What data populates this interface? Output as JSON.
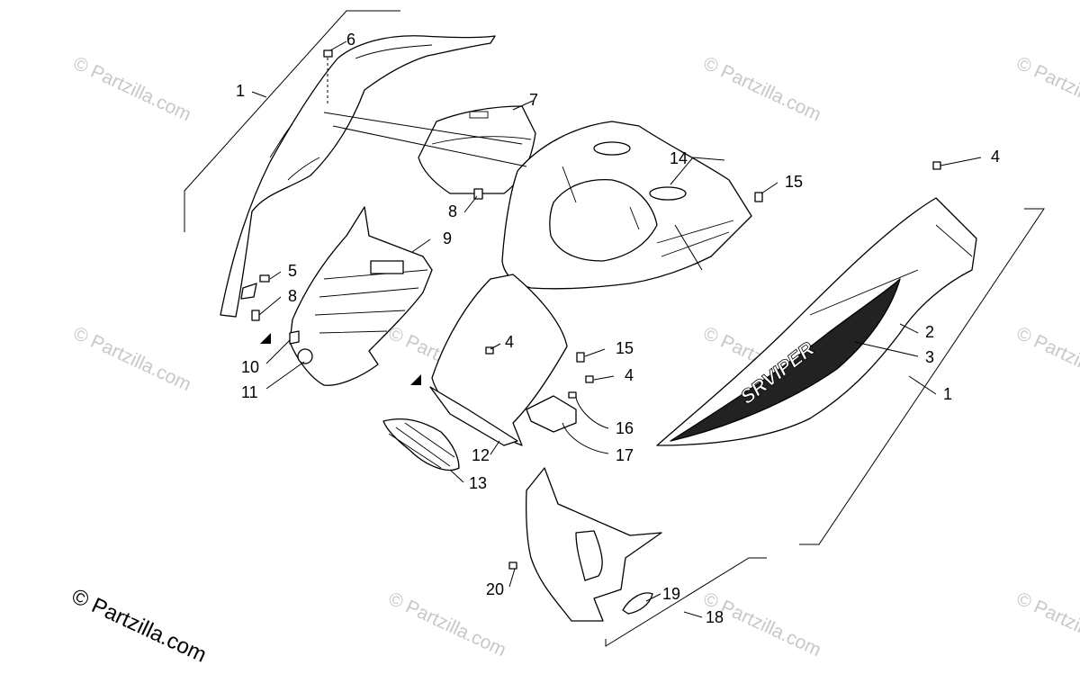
{
  "callouts": [
    "1",
    "6",
    "7",
    "14",
    "15",
    "4",
    "8",
    "9",
    "5",
    "8",
    "10",
    "11",
    "4",
    "15",
    "4",
    "2",
    "3",
    "1",
    "16",
    "17",
    "12",
    "13",
    "20",
    "19",
    "18"
  ],
  "decal_text": "SRVIPER",
  "copyright": "© Partzilla.com",
  "watermark": "© Partzilla.com"
}
